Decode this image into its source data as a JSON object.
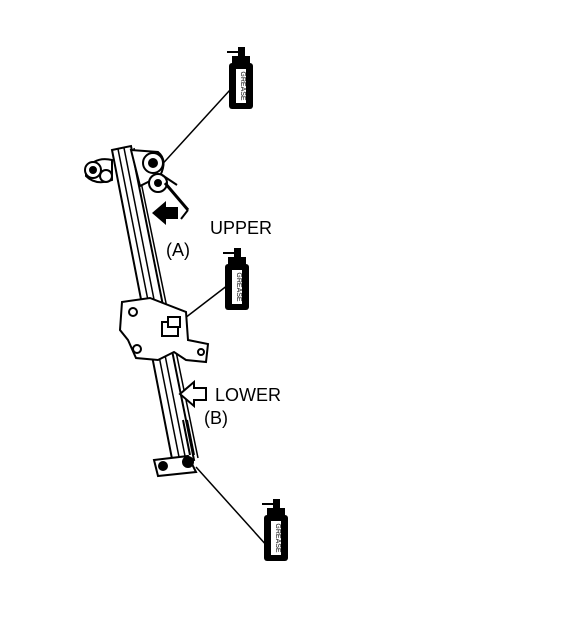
{
  "labels": {
    "upper": "UPPER",
    "upper_sub": "(A)",
    "lower": "LOWER",
    "lower_sub": "(B)"
  },
  "can_text": "GREASE",
  "colors": {
    "ink": "#000000",
    "paper": "#ffffff"
  },
  "icons": [
    "grease-can-icon",
    "filled-arrow-icon",
    "outline-arrow-icon"
  ]
}
